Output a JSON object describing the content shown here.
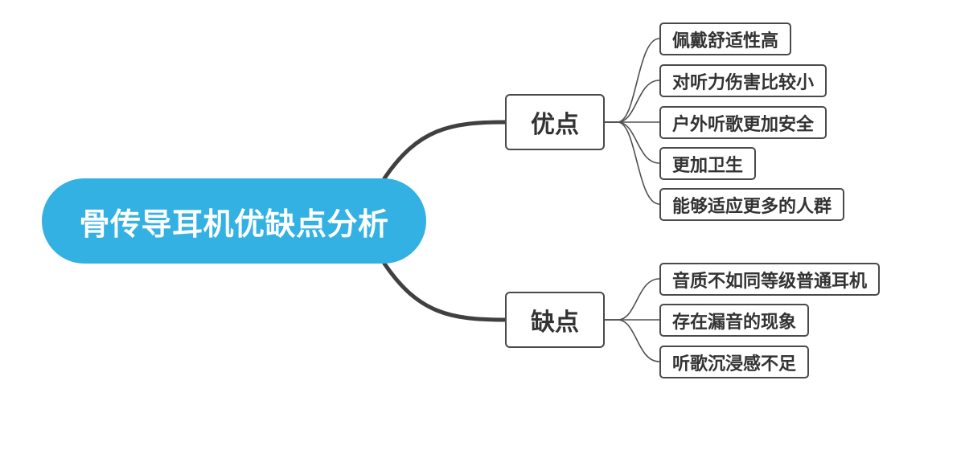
{
  "title": "骨传导耳机优缺点分析",
  "colors": {
    "root_fill": "#33b1e3",
    "root_text": "#ffffff",
    "node_border": "#4a4a4a",
    "node_text": "#333333",
    "connector": "#404040"
  },
  "branches": [
    {
      "label": "优点",
      "items": [
        "佩戴舒适性高",
        "对听力伤害比较小",
        "户外听歌更加安全",
        "更加卫生",
        "能够适应更多的人群"
      ]
    },
    {
      "label": "缺点",
      "items": [
        "音质不如同等级普通耳机",
        "存在漏音的现象",
        "听歌沉浸感不足"
      ]
    }
  ]
}
